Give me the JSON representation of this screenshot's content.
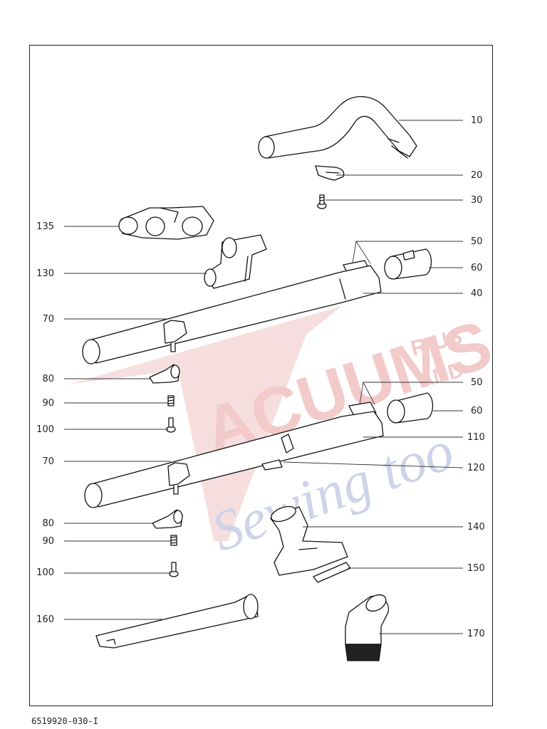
{
  "document_code": "6519920-030-I",
  "watermark": {
    "line1": "ACUUMS",
    "line2": "Sewing too",
    "corner1": "R-US",
    "corner2": "AND",
    "colors": {
      "red": "#e8a0a0",
      "blue": "#a7b0d6"
    }
  },
  "callouts": {
    "c10": "10",
    "c20": "20",
    "c30": "30",
    "c135": "135",
    "c50a": "50",
    "c130": "130",
    "c60a": "60",
    "c40": "40",
    "c70a": "70",
    "c80a": "80",
    "c50b": "50",
    "c90a": "90",
    "c60b": "60",
    "c100a": "100",
    "c110": "110",
    "c70b": "70",
    "c120": "120",
    "c80b": "80",
    "c140": "140",
    "c90b": "90",
    "c150": "150",
    "c100b": "100",
    "c160": "160",
    "c170": "170"
  },
  "parts": [
    "curved-handle",
    "hose-clip",
    "screw",
    "tool-holder-double",
    "locking-tab",
    "tool-clip",
    "sleeve",
    "extension-tube-upper",
    "band-clamp",
    "swivel-foot",
    "spring",
    "screw-small",
    "extension-tube-lower",
    "slider-button",
    "upholstery-nozzle",
    "nozzle-insert",
    "crevice-tool",
    "dusting-brush"
  ]
}
